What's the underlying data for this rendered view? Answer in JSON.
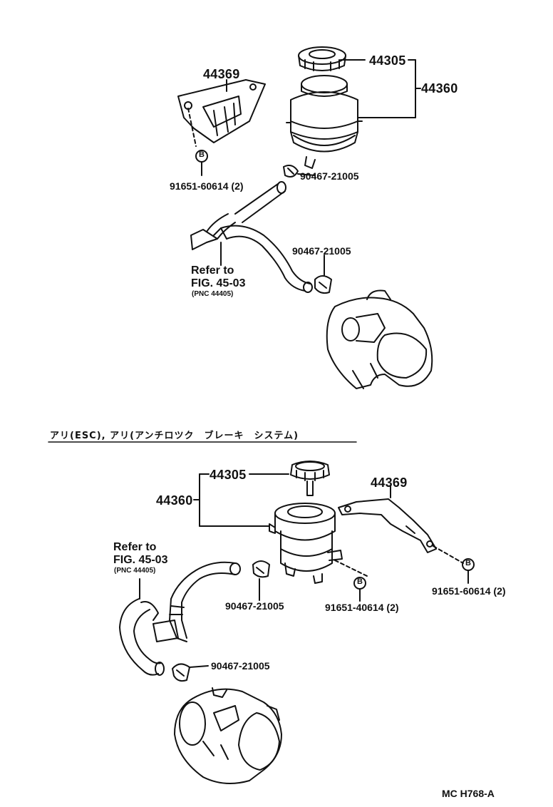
{
  "top": {
    "labels": {
      "cap": "44305",
      "reservoir": "44360",
      "bracket": "44369",
      "bolt_marker": "B",
      "bolt": "91651-60614 (2)",
      "clamp_upper": "90467-21005",
      "clamp_lower": "90467-21005",
      "refer_line1": "Refer to",
      "refer_line2": "FIG. 45-03",
      "refer_line3": "(PNC 44405)"
    }
  },
  "section_title": "アリ(ESC), アリ(アンチロツク　ブレーキ　システム)",
  "bottom": {
    "labels": {
      "cap": "44305",
      "reservoir": "44360",
      "bracket": "44369",
      "bolt_marker_right": "B",
      "bolt_right": "91651-60614 (2)",
      "bolt_marker_mid": "B",
      "bolt_mid": "91651-40614 (2)",
      "clamp_mid": "90467-21005",
      "clamp_low": "90467-21005",
      "refer_line1": "Refer to",
      "refer_line2": "FIG. 45-03",
      "refer_line3": "(PNC 44405)"
    }
  },
  "drawing_code": "MC H768-A",
  "icons": [
    "reservoir-cap-icon",
    "reservoir-tank-icon",
    "bracket-icon",
    "hose-icon",
    "hose-clamp-icon",
    "power-steering-pump-icon"
  ]
}
